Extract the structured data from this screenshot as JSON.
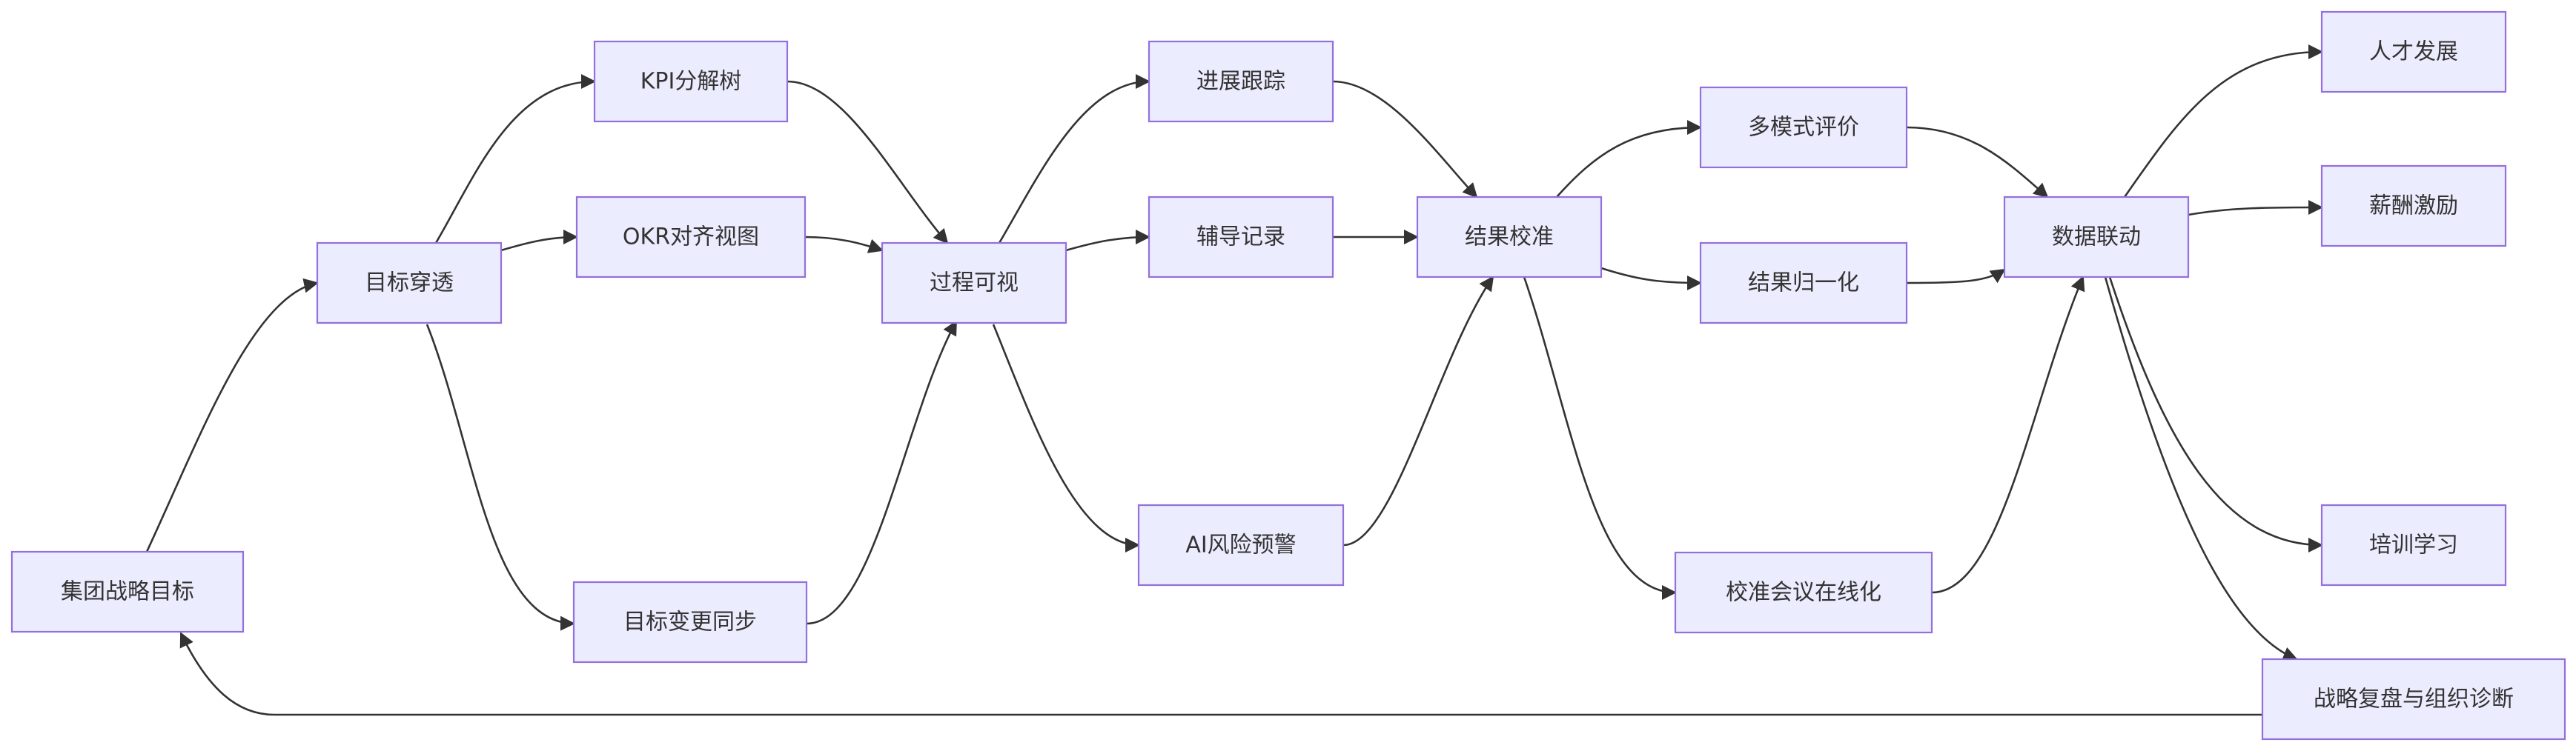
{
  "diagram": {
    "type": "flowchart",
    "colors": {
      "node_fill": "#ececff",
      "node_border": "#9370db",
      "edge": "#333333",
      "text": "#333333",
      "background": "#ffffff"
    },
    "nodes": [
      {
        "id": "group_strategy",
        "label": "集团战略目标"
      },
      {
        "id": "goal_cascade",
        "label": "目标穿透"
      },
      {
        "id": "kpi_tree",
        "label": "KPI分解树"
      },
      {
        "id": "okr_view",
        "label": "OKR对齐视图"
      },
      {
        "id": "goal_change_sync",
        "label": "目标变更同步"
      },
      {
        "id": "process_visible",
        "label": "过程可视"
      },
      {
        "id": "progress_tracking",
        "label": "进展跟踪"
      },
      {
        "id": "coaching_records",
        "label": "辅导记录"
      },
      {
        "id": "ai_risk_alert",
        "label": "AI风险预警"
      },
      {
        "id": "result_calibration",
        "label": "结果校准"
      },
      {
        "id": "multi_mode_eval",
        "label": "多模式评价"
      },
      {
        "id": "result_normalization",
        "label": "结果归一化"
      },
      {
        "id": "calibration_meeting_online",
        "label": "校准会议在线化"
      },
      {
        "id": "data_linkage",
        "label": "数据联动"
      },
      {
        "id": "talent_development",
        "label": "人才发展"
      },
      {
        "id": "compensation_incentive",
        "label": "薪酬激励"
      },
      {
        "id": "training_learning",
        "label": "培训学习"
      },
      {
        "id": "strategy_review_diagnosis",
        "label": "战略复盘与组织诊断"
      }
    ],
    "edges": [
      {
        "from": "group_strategy",
        "to": "goal_cascade"
      },
      {
        "from": "goal_cascade",
        "to": "kpi_tree"
      },
      {
        "from": "goal_cascade",
        "to": "okr_view"
      },
      {
        "from": "goal_cascade",
        "to": "goal_change_sync"
      },
      {
        "from": "kpi_tree",
        "to": "process_visible"
      },
      {
        "from": "okr_view",
        "to": "process_visible"
      },
      {
        "from": "goal_change_sync",
        "to": "process_visible"
      },
      {
        "from": "process_visible",
        "to": "progress_tracking"
      },
      {
        "from": "process_visible",
        "to": "coaching_records"
      },
      {
        "from": "process_visible",
        "to": "ai_risk_alert"
      },
      {
        "from": "progress_tracking",
        "to": "result_calibration"
      },
      {
        "from": "coaching_records",
        "to": "result_calibration"
      },
      {
        "from": "ai_risk_alert",
        "to": "result_calibration"
      },
      {
        "from": "result_calibration",
        "to": "multi_mode_eval"
      },
      {
        "from": "result_calibration",
        "to": "result_normalization"
      },
      {
        "from": "result_calibration",
        "to": "calibration_meeting_online"
      },
      {
        "from": "multi_mode_eval",
        "to": "data_linkage"
      },
      {
        "from": "result_normalization",
        "to": "data_linkage"
      },
      {
        "from": "calibration_meeting_online",
        "to": "data_linkage"
      },
      {
        "from": "data_linkage",
        "to": "talent_development"
      },
      {
        "from": "data_linkage",
        "to": "compensation_incentive"
      },
      {
        "from": "data_linkage",
        "to": "training_learning"
      },
      {
        "from": "data_linkage",
        "to": "strategy_review_diagnosis"
      },
      {
        "from": "strategy_review_diagnosis",
        "to": "group_strategy"
      }
    ]
  }
}
